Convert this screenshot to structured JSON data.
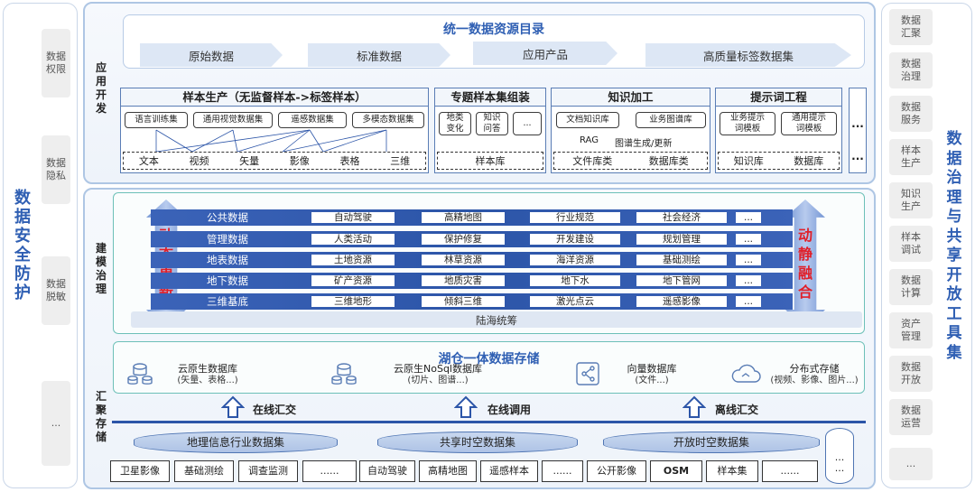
{
  "left_panel": {
    "title": "数据安全防护",
    "items": [
      "数据权限",
      "数据隐私",
      "数据脱敏",
      "..."
    ]
  },
  "right_panel": {
    "title": "数据治理与共享开放工具集",
    "items": [
      "数据汇聚",
      "数据治理",
      "数据服务",
      "样本生产",
      "知识生产",
      "样本调试",
      "数据计算",
      "资产管理",
      "数据开放",
      "数据运营",
      "..."
    ]
  },
  "app": {
    "label": "应用开发",
    "catalog_title": "统一数据资源目录",
    "catalog_items": [
      "原始数据",
      "标准数据",
      "应用产品",
      "高质量标签数据集"
    ],
    "blocks": {
      "sample": {
        "title": "样本生产（无监督样本->标签样本）",
        "pills": [
          "语言训练集",
          "通用视觉数据集",
          "遥感数据集",
          "多模态数据集"
        ],
        "sources": [
          "文本",
          "视频",
          "矢量",
          "影像",
          "表格",
          "三维"
        ]
      },
      "topic": {
        "title": "专题样本集组装",
        "pills": [
          "地类变化",
          "知识问答",
          "..."
        ],
        "base": "样本库"
      },
      "knowledge": {
        "title": "知识加工",
        "pills": [
          "文档知识库",
          "业务图谱库"
        ],
        "mid": [
          "RAG",
          "图谱生成/更新"
        ],
        "bases": [
          "文件库类",
          "数据库类"
        ]
      },
      "prompt": {
        "title": "提示词工程",
        "pills": [
          "业务提示词模板",
          "通用提示词模板"
        ],
        "bases": [
          "知识库",
          "数据库"
        ]
      },
      "more": "..."
    }
  },
  "model": {
    "label": "建模治理",
    "left_arrow": "动态更新",
    "right_arrow": "动静融合",
    "rows": [
      {
        "cat": "公共数据",
        "cells": [
          "自动驾驶",
          "高精地图",
          "行业规范",
          "社会经济",
          "..."
        ]
      },
      {
        "cat": "管理数据",
        "cells": [
          "人类活动",
          "保护修复",
          "开发建设",
          "规划管理",
          "..."
        ]
      },
      {
        "cat": "地表数据",
        "cells": [
          "土地资源",
          "林草资源",
          "海洋资源",
          "基础测绘",
          "..."
        ]
      },
      {
        "cat": "地下数据",
        "cells": [
          "矿产资源",
          "地质灾害",
          "地下水",
          "地下管网",
          "..."
        ]
      },
      {
        "cat": "三维基底",
        "cells": [
          "三维地形",
          "倾斜三维",
          "激光点云",
          "遥感影像",
          "..."
        ]
      }
    ],
    "bottom": "陆海统筹"
  },
  "storage": {
    "title": "湖仓一体数据存储",
    "items": [
      {
        "name": "云原生数据库",
        "sub": "(矢量、表格...)"
      },
      {
        "name": "云原生NoSql数据库",
        "sub": "(切片、图谱...)"
      },
      {
        "name": "向量数据库",
        "sub": "(文件...)"
      },
      {
        "name": "分布式存储",
        "sub": "(视频、影像、图片...)"
      }
    ]
  },
  "collect": {
    "label": "汇聚存储",
    "arrows": [
      "在线汇交",
      "在线调用",
      "离线汇交"
    ],
    "sets": [
      {
        "name": "地理信息行业数据集",
        "leaves": [
          "卫星影像",
          "基础测绘",
          "调查监测",
          "......"
        ]
      },
      {
        "name": "共享时空数据集",
        "leaves": [
          "自动驾驶",
          "高精地图",
          "遥感样本",
          "......"
        ]
      },
      {
        "name": "开放时空数据集",
        "leaves": [
          "公开影像",
          "OSM",
          "样本集",
          "......"
        ]
      }
    ],
    "cyl_more": "..."
  },
  "colors": {
    "accent": "#2f5fb3",
    "band": "#2c55a8",
    "red": "#e0202a",
    "panel_border": "#aec6e4",
    "teal": "#6dc0b8"
  }
}
